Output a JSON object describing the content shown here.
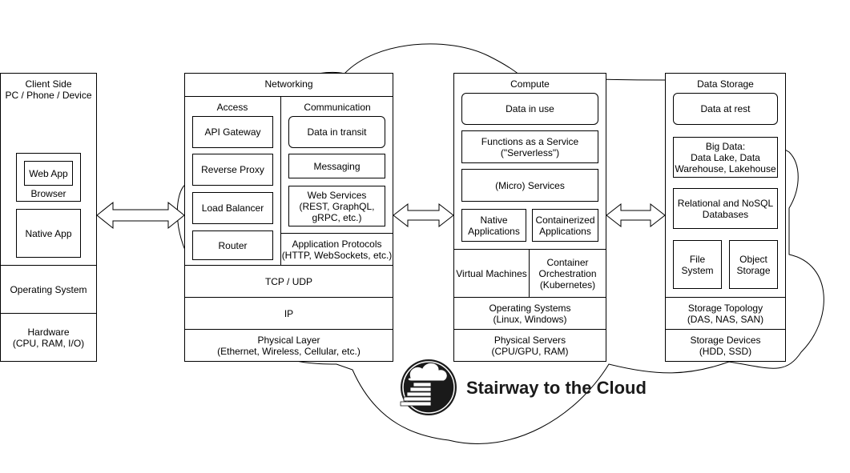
{
  "client": {
    "title": "Client Side\nPC / Phone / Device",
    "web_app": "Web App",
    "browser": "Browser",
    "native_app": "Native App",
    "os": "Operating System",
    "hardware": "Hardware\n(CPU, RAM, I/O)"
  },
  "networking": {
    "title": "Networking",
    "access": {
      "title": "Access",
      "items": [
        "API Gateway",
        "Reverse Proxy",
        "Load Balancer",
        "Router"
      ]
    },
    "communication": {
      "title": "Communication",
      "items": [
        "Data in transit",
        "Messaging",
        "Web Services\n(REST, GraphQL,\ngRPC, etc.)"
      ]
    },
    "app_protocols": "Application Protocols\n(HTTP, WebSockets, etc.)",
    "tcp_udp": "TCP / UDP",
    "ip": "IP",
    "physical": "Physical Layer\n(Ethernet, Wireless, Cellular, etc.)"
  },
  "compute": {
    "title": "Compute",
    "data_in_use": "Data in use",
    "faas": "Functions as a Service\n(\"Serverless\")",
    "micro": "(Micro) Services",
    "native_apps": "Native\nApplications",
    "containerized": "Containerized\nApplications",
    "vms": "Virtual Machines",
    "container_orch": "Container\nOrchestration\n(Kubernetes)",
    "os": "Operating Systems\n(Linux, Windows)",
    "servers": "Physical Servers\n(CPU/GPU, RAM)"
  },
  "storage": {
    "title": "Data Storage",
    "data_at_rest": "Data at rest",
    "big_data": "Big Data:\nData Lake, Data\nWarehouse, Lakehouse",
    "relational": "Relational and NoSQL\nDatabases",
    "file_system": "File\nSystem",
    "object_storage": "Object\nStorage",
    "topology": "Storage Topology\n(DAS, NAS, SAN)",
    "devices": "Storage Devices\n(HDD, SSD)"
  },
  "brand": {
    "name": "Stairway to the Cloud",
    "logo_icon": "cloud-stairs-icon"
  }
}
